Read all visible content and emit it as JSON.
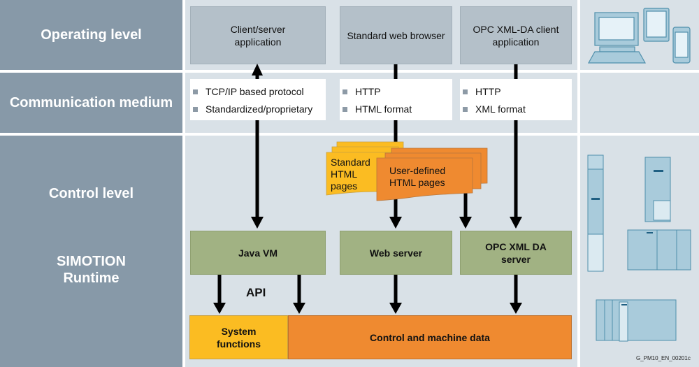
{
  "levels": {
    "operating": "Operating level",
    "communication": "Communication medium",
    "control": "Control level",
    "runtime": "SIMOTION\nRuntime"
  },
  "operating_boxes": [
    {
      "label": "Client/server\napplication"
    },
    {
      "label": "Standard web browser"
    },
    {
      "label": "OPC XML-DA client\napplication"
    }
  ],
  "communication_boxes": [
    {
      "items": [
        "TCP/IP based protocol",
        "Standardized/proprietary"
      ]
    },
    {
      "items": [
        "HTTP",
        "HTML format"
      ]
    },
    {
      "items": [
        "HTTP",
        "XML format"
      ]
    }
  ],
  "documents": {
    "standard": "Standard\nHTML\npages",
    "user_defined": "User-defined\nHTML pages"
  },
  "runtime_boxes": [
    {
      "label": "Java VM"
    },
    {
      "label": "Web server"
    },
    {
      "label": "OPC XML DA\nserver"
    }
  ],
  "api_label": "API",
  "data_bar": {
    "system_functions": "System\nfunctions",
    "control_machine_data": "Control and machine data"
  },
  "reference_code": "G_PM10_EN_00201c",
  "colors": {
    "level_band": "#8799a8",
    "panel": "#d9e1e7",
    "operating_box": "#b4c0c9",
    "runtime_box": "#a1b283",
    "yellow": "#fbbc22",
    "orange": "#ef8a30",
    "device_blue": "#5b9ab5"
  }
}
